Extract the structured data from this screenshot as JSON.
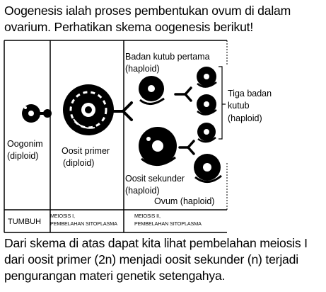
{
  "intro_text": "Oogenesis ialah proses pembentukan ovum di dalam ovarium. Perhatikan skema oogenesis berikut!",
  "labels": {
    "oogonium_name": "Oogonim",
    "oogonium_ploidy": "(diploid)",
    "primary_oocyte_name": "Oosit primer",
    "primary_oocyte_ploidy": "(diploid)",
    "first_polar_body_name": "Badan kutub pertama",
    "first_polar_body_ploidy": "(haploid)",
    "three_polar_bodies_line1": "Tiga badan",
    "three_polar_bodies_line2": "kutub",
    "three_polar_bodies_ploidy": "(haploid)",
    "secondary_oocyte_name": "Oosit sekunder",
    "secondary_oocyte_ploidy": "(haploid)",
    "ovum": "Ovum (haploid)"
  },
  "phases": {
    "growth": "TUMBUH",
    "meiosis1_line1": "MEIOSIS I,",
    "meiosis1_line2": "PEMBELAHAN SITOPLASMA",
    "meiosis2_line1": "MEIOSIS II,",
    "meiosis2_line2": "PEMBELAHAN SITOPLASMA"
  },
  "closing_text": "Dari skema di atas dapat kita lihat pembelahan meiosis I dari oosit primer (2n) menjadi oosit sekunder (n) terjadi pengurangan materi genetik setengahya."
}
